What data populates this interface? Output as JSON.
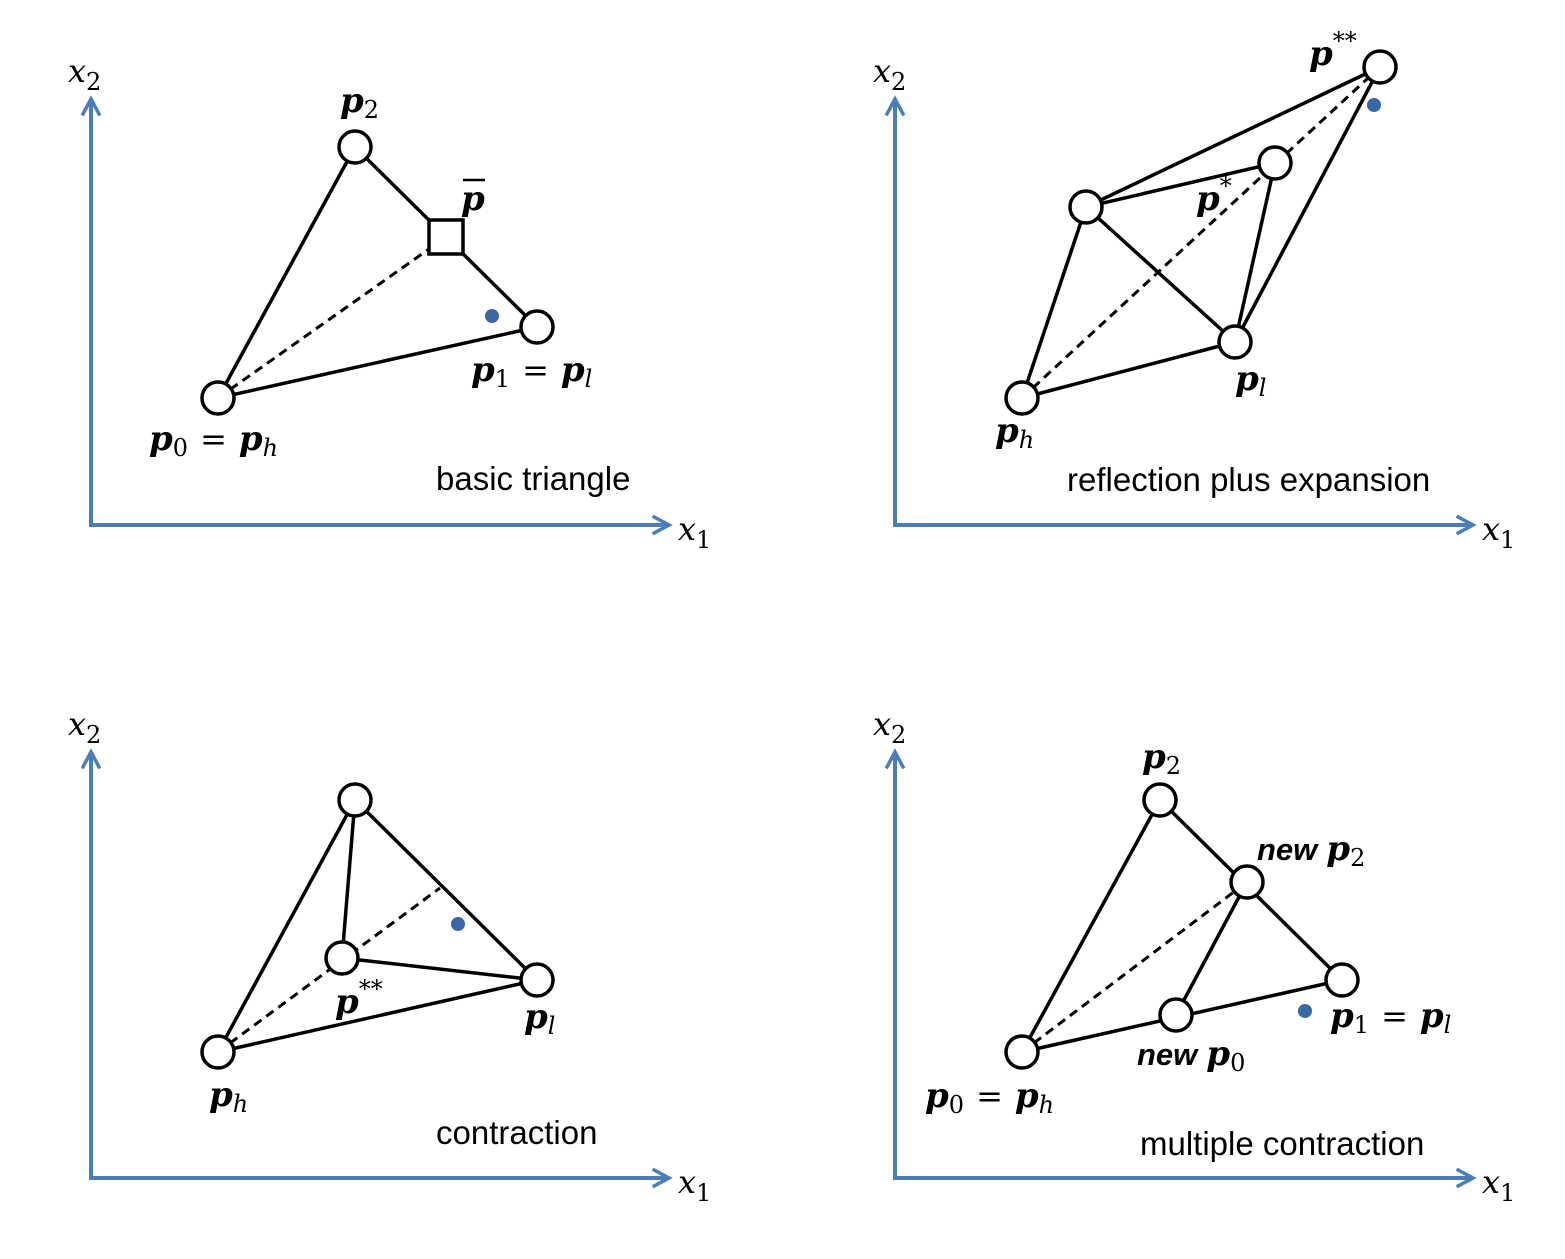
{
  "panels": [
    {
      "caption": "basic triangle",
      "x_axis_label": "x",
      "x_axis_sub": "1",
      "y_axis_label": "x",
      "y_axis_sub": "2",
      "labels": {
        "p2": {
          "base": "p",
          "sub": "2"
        },
        "pbar": {
          "base": "p"
        },
        "p1_pl": {
          "base": "p",
          "sub": "1",
          "eq": "=",
          "base2": "p",
          "sub2": "l"
        },
        "p0_ph": {
          "base": "p",
          "sub": "0",
          "eq": "=",
          "base2": "p",
          "sub2": "h"
        }
      }
    },
    {
      "caption": "reflection plus expansion",
      "x_axis_label": "x",
      "x_axis_sub": "1",
      "y_axis_label": "x",
      "y_axis_sub": "2",
      "labels": {
        "pss": {
          "base": "p",
          "sup": "**"
        },
        "ps": {
          "base": "p",
          "sup": "*"
        },
        "pl": {
          "base": "p",
          "sub": "l"
        },
        "ph": {
          "base": "p",
          "sub": "h"
        }
      }
    },
    {
      "caption": "contraction",
      "x_axis_label": "x",
      "x_axis_sub": "1",
      "y_axis_label": "x",
      "y_axis_sub": "2",
      "labels": {
        "pss": {
          "base": "p",
          "sup": "**"
        },
        "pl": {
          "base": "p",
          "sub": "l"
        },
        "ph": {
          "base": "p",
          "sub": "h"
        }
      }
    },
    {
      "caption": "multiple contraction",
      "x_axis_label": "x",
      "x_axis_sub": "1",
      "y_axis_label": "x",
      "y_axis_sub": "2",
      "labels": {
        "p2": {
          "base": "p",
          "sub": "2"
        },
        "newp2": {
          "prefix": "new",
          "base": "p",
          "sub": "2"
        },
        "p1_pl": {
          "base": "p",
          "sub": "1",
          "eq": "=",
          "base2": "p",
          "sub2": "l"
        },
        "newp0": {
          "prefix": "new",
          "base": "p",
          "sub": "0"
        },
        "p0_ph": {
          "base": "p",
          "sub": "0",
          "eq": "=",
          "base2": "p",
          "sub2": "h"
        }
      }
    }
  ],
  "colors": {
    "axis": "#4a7ebb",
    "dot": "#3a67a8",
    "line": "#000000"
  }
}
